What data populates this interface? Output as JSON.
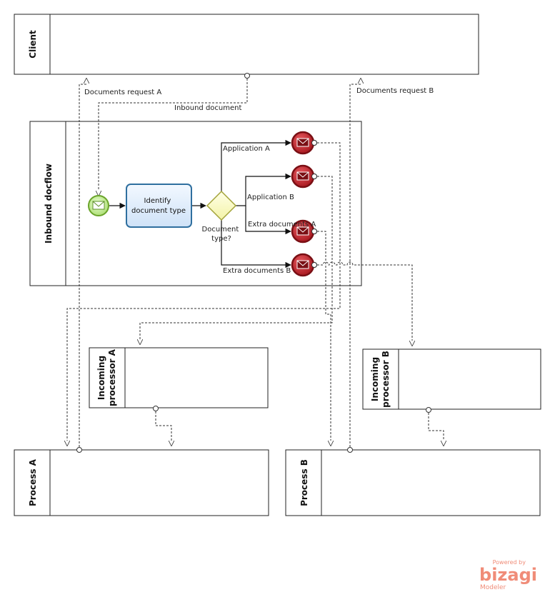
{
  "pools": {
    "client": "Client",
    "inbound": "Inbound docflow",
    "processor_a": [
      "Incoming",
      "processor A"
    ],
    "processor_b": [
      "Incoming",
      "processor B"
    ],
    "process_a": "Process A",
    "process_b": "Process B"
  },
  "task": {
    "identify": [
      "Identify",
      "document type"
    ]
  },
  "gateway": {
    "label": [
      "Document",
      "type?"
    ]
  },
  "flows": {
    "documents_request_a": "Documents request A",
    "documents_request_b": "Documents request B",
    "inbound_document": "Inbound document",
    "application_a": "Application A",
    "application_b": "Application B",
    "extra_documents_a": "Extra documents A",
    "extra_documents_b": "Extra documents B"
  },
  "branding": {
    "powered_by": "Powered by",
    "product": "bizagi",
    "edition": "Modeler"
  },
  "colors": {
    "start_event_fill": "#c9ec9f",
    "start_event_stroke": "#6aa42a",
    "task_fill": "#dbeafb",
    "task_stroke": "#2f6f9f",
    "gateway_fill": "#fbfbc8",
    "gateway_stroke": "#a3a33a",
    "end_event_fill": "#c2202a",
    "end_event_stroke": "#7a0f14",
    "brand": "#f08c78"
  }
}
